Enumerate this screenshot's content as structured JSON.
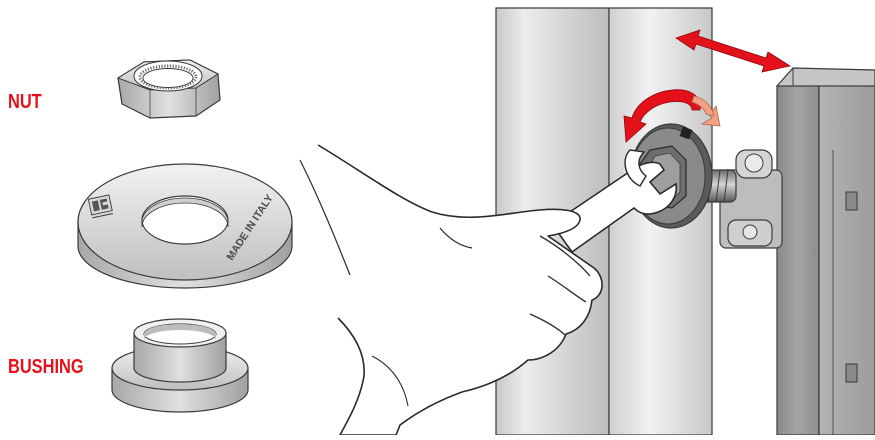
{
  "labels": {
    "nut": "NUT",
    "bushing": "BUSHING"
  },
  "washer_engraving": "MADE IN ITALY",
  "colors": {
    "label_red": "#e4111b",
    "arrow_red": "#e4111b",
    "arrow_salmon": "#f3a183",
    "line": "#3a3a3a",
    "panel_gray": "#d9d9d9",
    "post_gray": "#9a9a9a"
  },
  "icons": {
    "washer_logo": "brand-logo-icon",
    "rotation": "rotate-arrow-icon",
    "adjust": "double-arrow-icon"
  }
}
